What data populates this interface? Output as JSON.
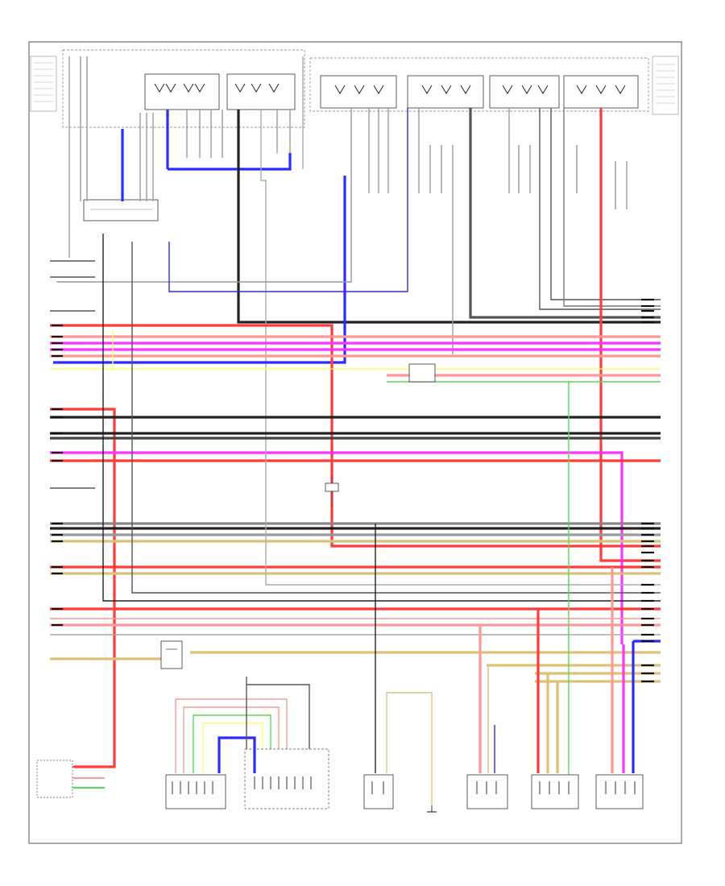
{
  "diagram": {
    "footer_code": "",
    "wire_colors": {
      "red": "#ff3b3b",
      "pink": "#ff9999",
      "magenta": "#ff33ff",
      "blue": "#2b2bff",
      "yellow": "#ffff66",
      "tan": "#d9c27a",
      "black": "#222222",
      "gray": "#9a9a9a",
      "lightgray": "#c8c8c8",
      "green": "#55dd55",
      "white": "#ffffff"
    },
    "components": [
      {
        "id": "left-continuation",
        "label": ""
      },
      {
        "id": "right-continuation",
        "label": ""
      },
      {
        "id": "relay-box-1",
        "label": ""
      },
      {
        "id": "relay-box-2",
        "label": ""
      },
      {
        "id": "relay-box-3",
        "label": ""
      },
      {
        "id": "relay-box-4",
        "label": ""
      },
      {
        "id": "relay-box-5",
        "label": ""
      },
      {
        "id": "relay-box-6",
        "label": ""
      },
      {
        "id": "junction-connector",
        "label": ""
      },
      {
        "id": "center-connector",
        "label": ""
      },
      {
        "id": "left-splice-connector",
        "label": ""
      },
      {
        "id": "small-relay",
        "label": ""
      },
      {
        "id": "bottom-left-sensor",
        "label": ""
      },
      {
        "id": "bottom-connector-1",
        "label": ""
      },
      {
        "id": "bottom-connector-2",
        "label": ""
      },
      {
        "id": "bottom-connector-3",
        "label": ""
      },
      {
        "id": "bottom-connector-4",
        "label": ""
      },
      {
        "id": "bottom-connector-5",
        "label": ""
      },
      {
        "id": "bottom-connector-6",
        "label": ""
      }
    ]
  }
}
